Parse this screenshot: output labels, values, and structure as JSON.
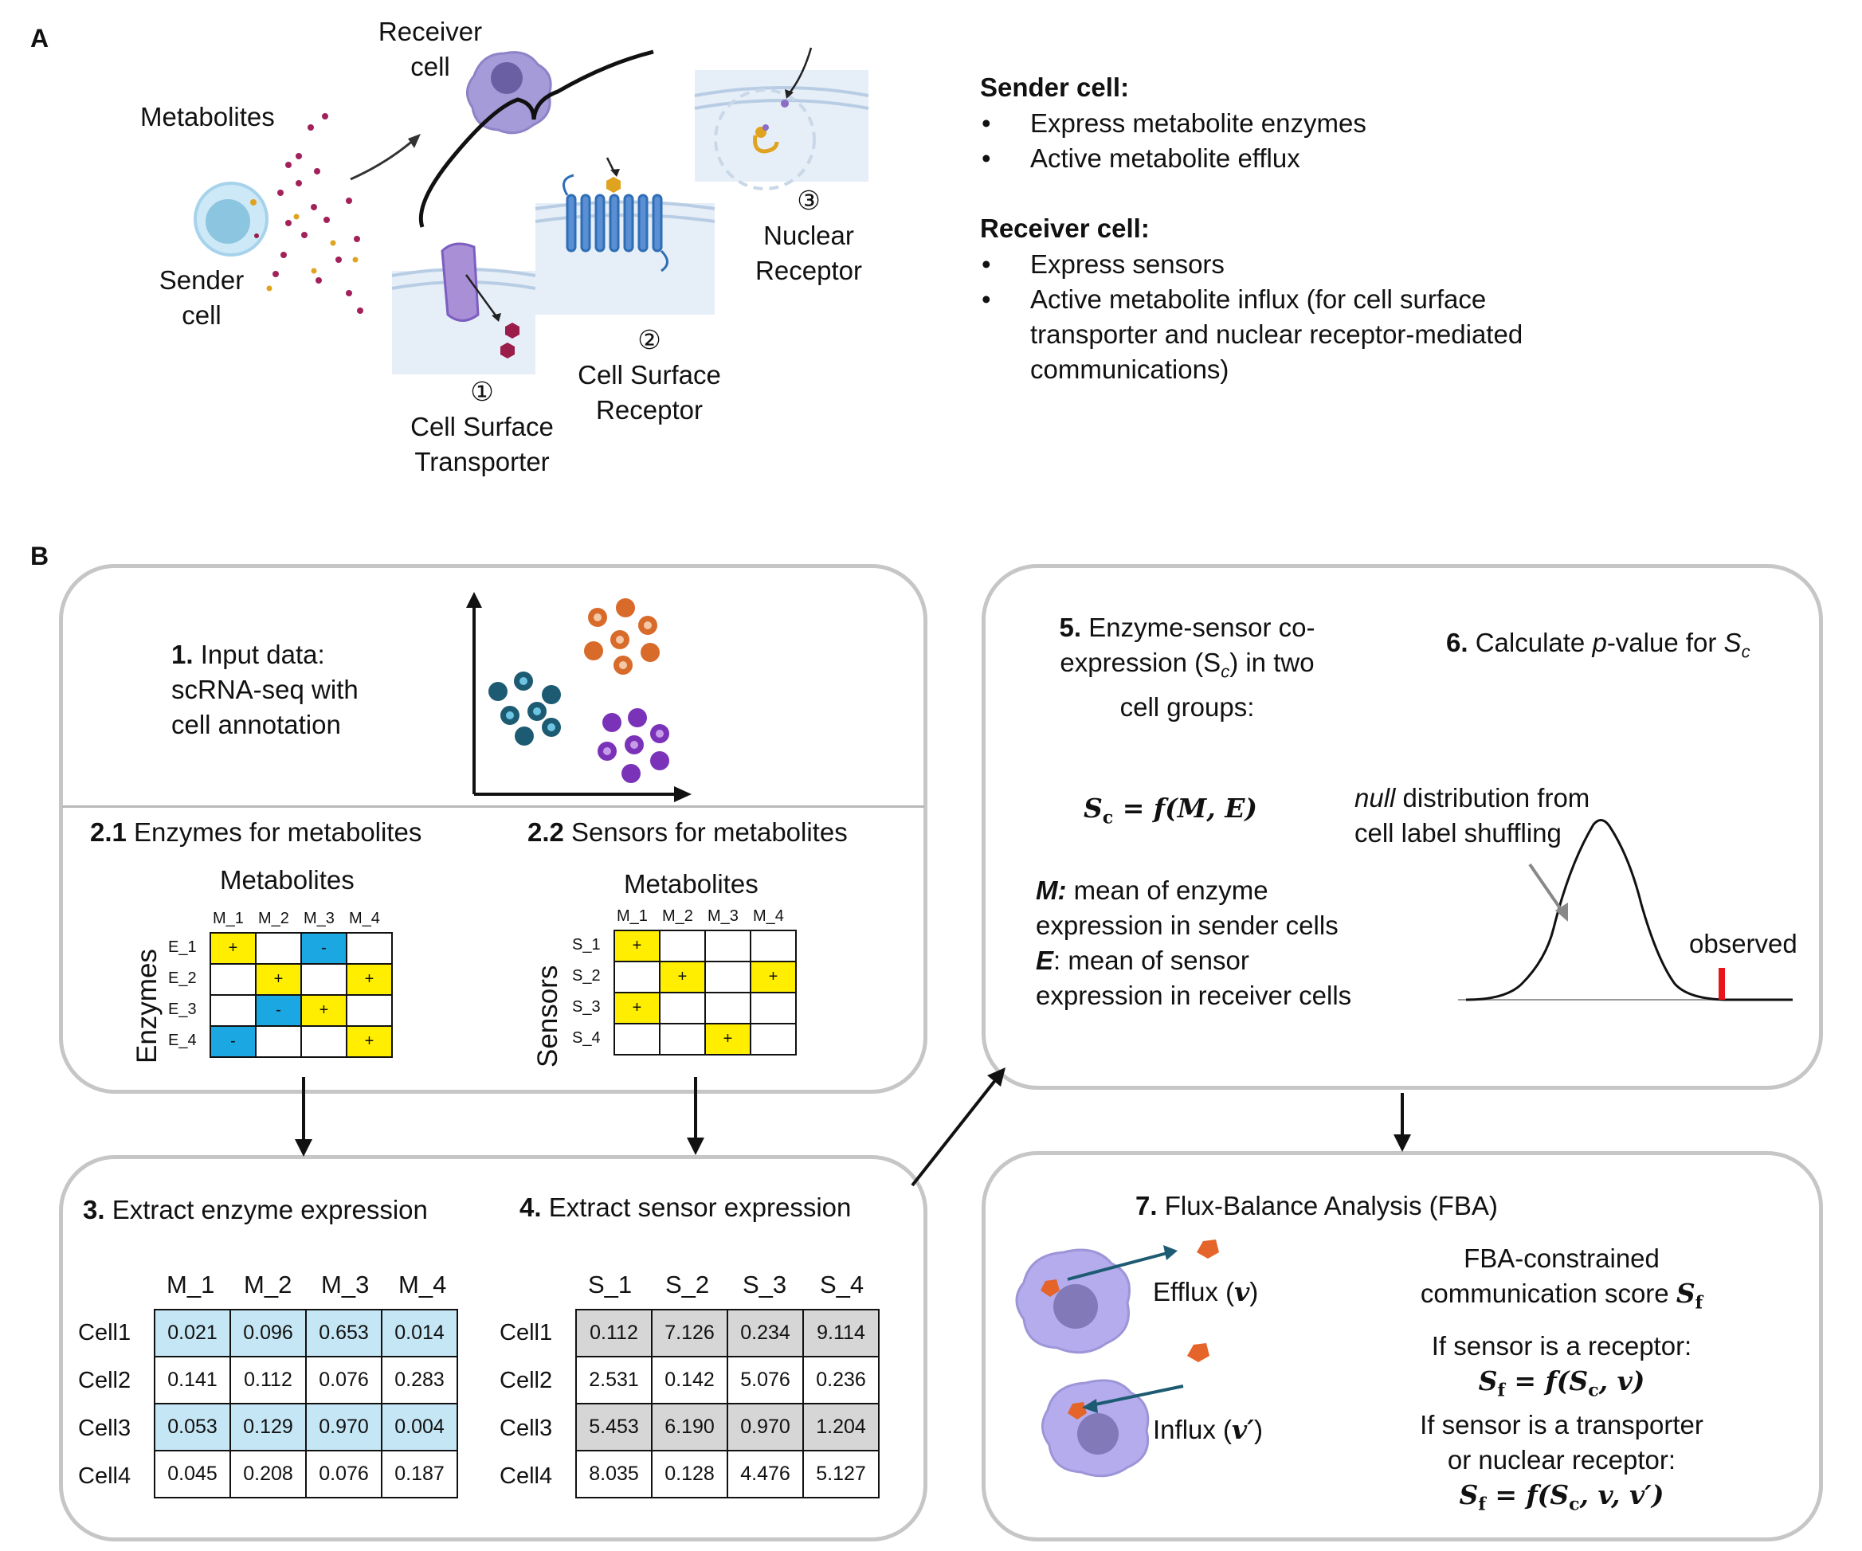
{
  "panel_a": {
    "letter": "A",
    "metabolites": "Metabolites",
    "sender_cell": [
      "Sender",
      "cell"
    ],
    "receiver_cell": [
      "Receiver",
      "cell"
    ],
    "transporter": {
      "num": "①",
      "lines": [
        "Cell Surface",
        "Transporter"
      ]
    },
    "receptor": {
      "num": "②",
      "lines": [
        "Cell Surface",
        "Receptor"
      ]
    },
    "nuclear": {
      "num": "③",
      "lines": [
        "Nuclear",
        "Receptor"
      ]
    },
    "sender_title": "Sender cell:",
    "sender_bullets": [
      "Express metabolite enzymes",
      "Active metabolite efflux"
    ],
    "receiver_title": "Receiver cell:",
    "receiver_bullets": [
      "Express sensors",
      "Active metabolite influx (for cell surface",
      "transporter and nuclear receptor-mediated",
      "communications)"
    ],
    "bullet": "•"
  },
  "panel_b": {
    "letter": "B",
    "step1": {
      "num": "1.",
      "lines": [
        " Input data:",
        "scRNA-seq with",
        "cell annotation"
      ]
    },
    "step21": {
      "num": "2.1",
      "text": " Enzymes for metabolites",
      "axis_title": "Metabolites",
      "row_axis": "Enzymes",
      "cols": [
        "M_1",
        "M_2",
        "M_3",
        "M_4"
      ],
      "rows": [
        "E_1",
        "E_2",
        "E_3",
        "E_4"
      ],
      "cells": [
        [
          "+",
          "",
          "-",
          ""
        ],
        [
          "",
          "+",
          "",
          "+"
        ],
        [
          "",
          "-",
          "+",
          ""
        ],
        [
          "-",
          "",
          "",
          "+"
        ]
      ]
    },
    "step22": {
      "num": "2.2",
      "text": " Sensors for metabolites",
      "axis_title": "Metabolites",
      "row_axis": "Sensors",
      "cols": [
        "M_1",
        "M_2",
        "M_3",
        "M_4"
      ],
      "rows": [
        "S_1",
        "S_2",
        "S_3",
        "S_4"
      ],
      "cells": [
        [
          "+",
          "",
          "",
          ""
        ],
        [
          "",
          "+",
          "",
          "+"
        ],
        [
          "+",
          "",
          "",
          ""
        ],
        [
          "",
          "",
          "+",
          ""
        ]
      ]
    },
    "step3": {
      "num": "3.",
      "text": " Extract enzyme expression",
      "cols": [
        "M_1",
        "M_2",
        "M_3",
        "M_4"
      ],
      "rows": [
        {
          "label": "Cell1",
          "values": [
            "0.021",
            "0.096",
            "0.653",
            "0.014"
          ]
        },
        {
          "label": "Cell2",
          "values": [
            "0.141",
            "0.112",
            "0.076",
            "0.283"
          ]
        },
        {
          "label": "Cell3",
          "values": [
            "0.053",
            "0.129",
            "0.970",
            "0.004"
          ]
        },
        {
          "label": "Cell4",
          "values": [
            "0.045",
            "0.208",
            "0.076",
            "0.187"
          ]
        }
      ]
    },
    "step4": {
      "num": "4.",
      "text": " Extract sensor expression",
      "cols": [
        "S_1",
        "S_2",
        "S_3",
        "S_4"
      ],
      "rows": [
        {
          "label": "Cell1",
          "values": [
            "0.112",
            "7.126",
            "0.234",
            "9.114"
          ]
        },
        {
          "label": "Cell2",
          "values": [
            "2.531",
            "0.142",
            "5.076",
            "0.236"
          ]
        },
        {
          "label": "Cell3",
          "values": [
            "5.453",
            "6.190",
            "0.970",
            "1.204"
          ]
        },
        {
          "label": "Cell4",
          "values": [
            "8.035",
            "0.128",
            "4.476",
            "5.127"
          ]
        }
      ]
    },
    "step5": {
      "num": "5.",
      "lines": [
        " Enzyme-sensor co-",
        "expression (S",
        "c",
        ") in two",
        "cell groups:"
      ],
      "formula": "S",
      "formula_sub": "c",
      "formula_rest": " = f(M, E)",
      "m_label": "M:",
      "m_text": [
        " mean of enzyme",
        "expression in sender cells"
      ],
      "e_label": "E",
      "e_text": [
        ": mean of sensor",
        "expression in receiver cells"
      ]
    },
    "step6": {
      "num": "6.",
      "text": " Calculate ",
      "p": "p",
      "text2": "-value for ",
      "s": "S",
      "s_sub": "c",
      "null_italic": "null",
      "null_text": " distribution from",
      "null_line2": "cell label shuffling",
      "observed": "observed"
    },
    "step7": {
      "num": "7.",
      "text": " Flux-Balance Analysis (FBA)",
      "efflux": "Efflux (",
      "efflux_var": "v",
      "influx": "Influx (",
      "influx_var": "v′",
      "score_line1": "FBA-constrained",
      "score_line2": "communication score ",
      "score_sym": "S",
      "score_sub": "f",
      "if1": "If sensor is a receptor:",
      "f1": "S",
      "f1_rest": " = f(S",
      "f1_end": ", v)",
      "if2a": "If sensor is a transporter",
      "if2b": "or nuclear receptor:",
      "f2_end": ", v, v′)"
    }
  },
  "colors": {
    "yellow": "#ffee00",
    "blue": "#1aa7e2",
    "orange": "#d86a2a",
    "purple": "#7a32b8",
    "teal": "#1d5b73",
    "red": "#e8141c",
    "box_border": "#c6c6c6"
  }
}
